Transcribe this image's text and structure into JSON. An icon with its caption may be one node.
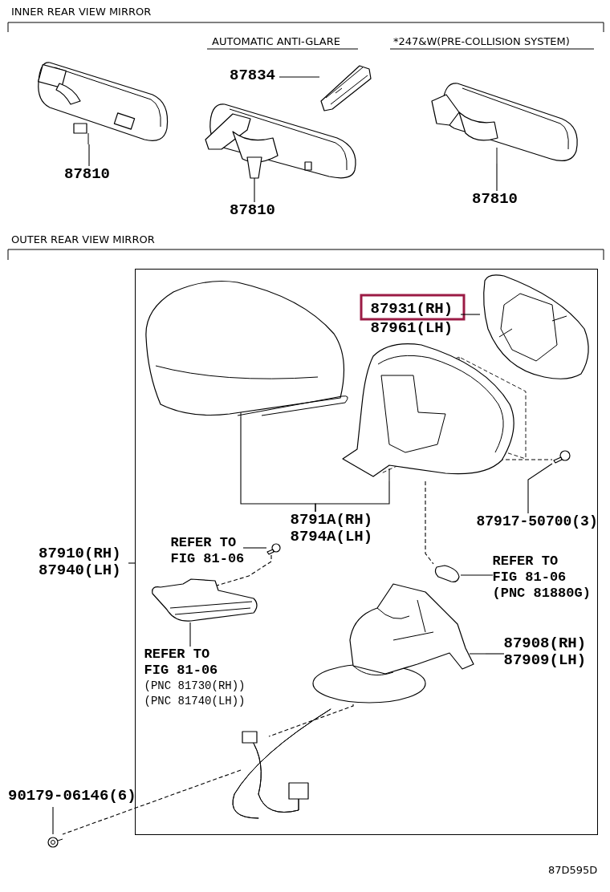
{
  "diagram": {
    "nodes": [
      {
        "text": [
          "87810"
        ]
      },
      {
        "text": [],
        "shape": "picture"
      },
      {
        "text": [
          "87834"
        ]
      },
      {
        "text": [],
        "shape": "picture"
      },
      {
        "text": [
          "87810"
        ]
      },
      {
        "text": [],
        "shape": "picture"
      },
      {
        "text": [
          "87810"
        ]
      },
      {
        "text": [],
        "shape": "picture"
      },
      {
        "text": [],
        "shape": "box"
      },
      {
        "text": [],
        "shape": "picture",
        "in": 8
      },
      {
        "text": [],
        "shape": "picture",
        "in": 8
      },
      {
        "text": [],
        "shape": "picture",
        "in": 8
      },
      {
        "text": [
          "87931(RH)",
          "87961(LH)"
        ],
        "in": 8
      },
      {
        "text": [
          "8791A(RH)",
          "8794A(LH)"
        ],
        "in": 8
      },
      {
        "text": [],
        "shape": "picture",
        "in": 8
      },
      {
        "text": [
          "87917-50700(3)"
        ],
        "in": 8
      },
      {
        "text": [
          "87910(RH)",
          "87940(LH)"
        ]
      },
      {
        "text": [
          "REFER TO FIG 81-06"
        ],
        "in": 8
      },
      {
        "text": [],
        "shape": "picture",
        "in": 8
      },
      {
        "text": [],
        "shape": "picture",
        "in": 8
      },
      {
        "text": [
          "REFER TO FIG 81-06",
          "(PNC 81730(RH))",
          "(PNC 81740(LH))"
        ],
        "in": 8
      },
      {
        "text": [],
        "shape": "picture",
        "in": 8
      },
      {
        "text": [
          "REFER TO FIG 81-06",
          "(PNC 81880G)"
        ],
        "in": 8
      },
      {
        "text": [],
        "shape": "picture",
        "in": 8
      },
      {
        "text": [
          "87908(RH)",
          "87909(LH)"
        ],
        "in": 8
      },
      {
        "text": [],
        "shape": "picture",
        "in": 8
      },
      {
        "text": [],
        "shape": "picture"
      },
      {
        "text": [
          "90179-06146(6)"
        ]
      }
    ],
    "edges": [
      {
        "from": 0,
        "to": 1,
        "arrow": "none"
      },
      {
        "from": 2,
        "to": 3,
        "arrow": "none"
      },
      {
        "from": 4,
        "to": 5,
        "arrow": "none"
      },
      {
        "from": 6,
        "to": 7,
        "arrow": "none"
      },
      {
        "from": 12,
        "to": 11,
        "arrow": "none"
      },
      {
        "from": 13,
        "to": 9,
        "arrow": "none"
      },
      {
        "from": 13,
        "to": 10,
        "arrow": "none"
      },
      {
        "from": 15,
        "to": 14,
        "arrow": "none"
      },
      {
        "from": 16,
        "to": 8,
        "arrow": "none"
      },
      {
        "from": 17,
        "to": 18,
        "arrow": "none"
      },
      {
        "from": 20,
        "to": 19,
        "arrow": "none"
      },
      {
        "from": 22,
        "to": 21,
        "arrow": "none"
      },
      {
        "from": 24,
        "to": 23,
        "arrow": "none"
      },
      {
        "from": 27,
        "to": 26,
        "arrow": "none"
      },
      {
        "from": 10,
        "to": 14,
        "arrow": "none",
        "style": "dashed"
      },
      {
        "from": 10,
        "to": 21,
        "arrow": "none",
        "style": "dashed"
      },
      {
        "from": 18,
        "to": 19,
        "arrow": "none",
        "style": "dashed"
      },
      {
        "from": 23,
        "to": 25,
        "arrow": "none",
        "style": "dashed"
      },
      {
        "from": 25,
        "to": 26,
        "arrow": "none",
        "style": "dashed"
      }
    ],
    "labels": [
      "INNER REAR VIEW MIRROR",
      "AUTOMATIC ANTI-GLARE",
      "*247&W(PRE-COLLISION SYSTEM)",
      "OUTER REAR VIEW MIRROR",
      "87D595D"
    ]
  }
}
